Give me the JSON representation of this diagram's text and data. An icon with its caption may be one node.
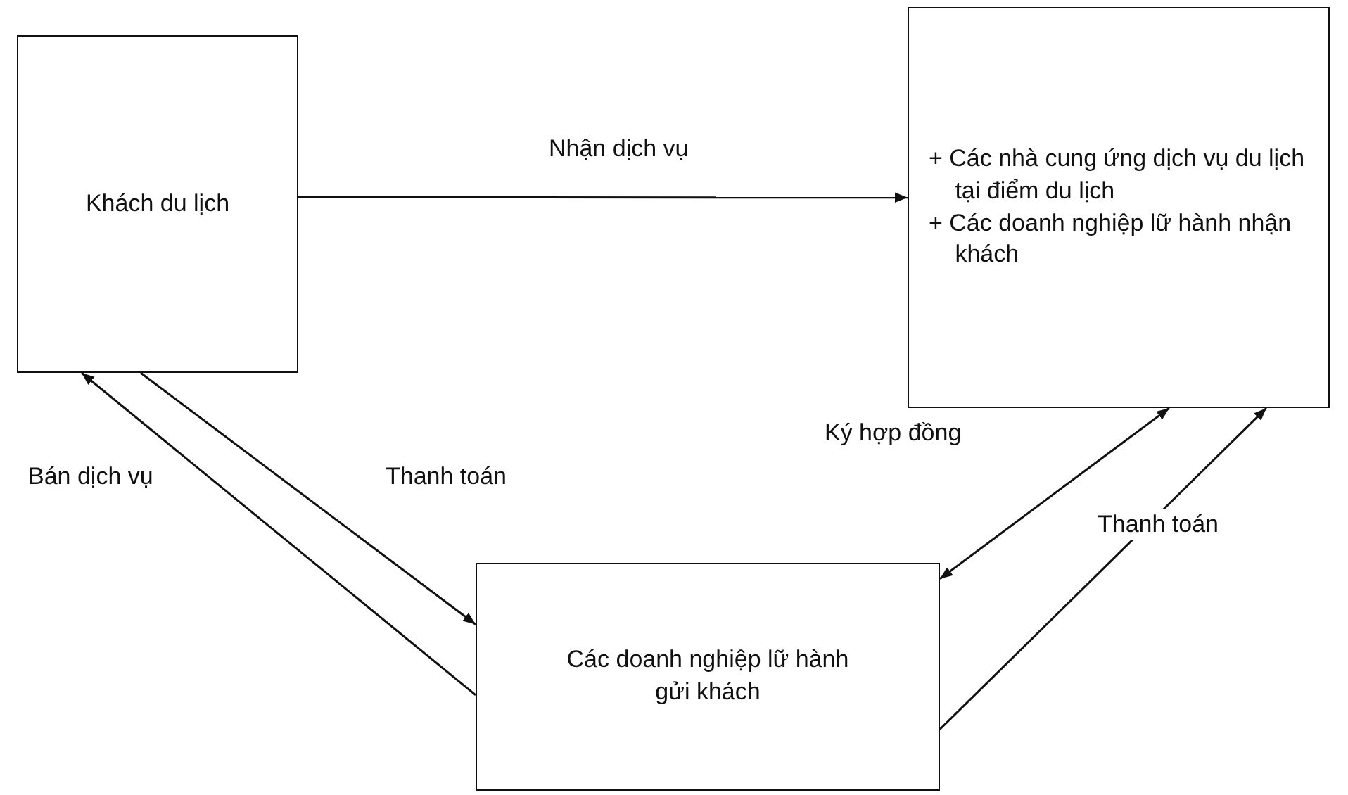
{
  "diagram": {
    "nodes": [
      {
        "text": [
          "Khách du lịch"
        ]
      },
      {
        "text": [
          "+ Các nhà cung ứng dịch vụ du lịch tại điểm du lịch",
          "+ Các doanh nghiệp lữ hành nhận khách"
        ]
      },
      {
        "text": [
          "Các doanh nghiệp lữ hành gửi khách"
        ]
      }
    ],
    "edges": [
      {
        "from": 0,
        "to": 1,
        "arrow": "to",
        "label": "Nhận dịch vụ"
      },
      {
        "from": 2,
        "to": 0,
        "arrow": "to",
        "label": "Bán dịch vụ"
      },
      {
        "from": 0,
        "to": 2,
        "arrow": "to",
        "label": "Thanh toán"
      },
      {
        "from": 2,
        "to": 1,
        "arrow": "both",
        "label": "Ký hợp đồng"
      },
      {
        "from": 2,
        "to": 1,
        "arrow": "to",
        "label": "Thanh toán"
      }
    ]
  }
}
